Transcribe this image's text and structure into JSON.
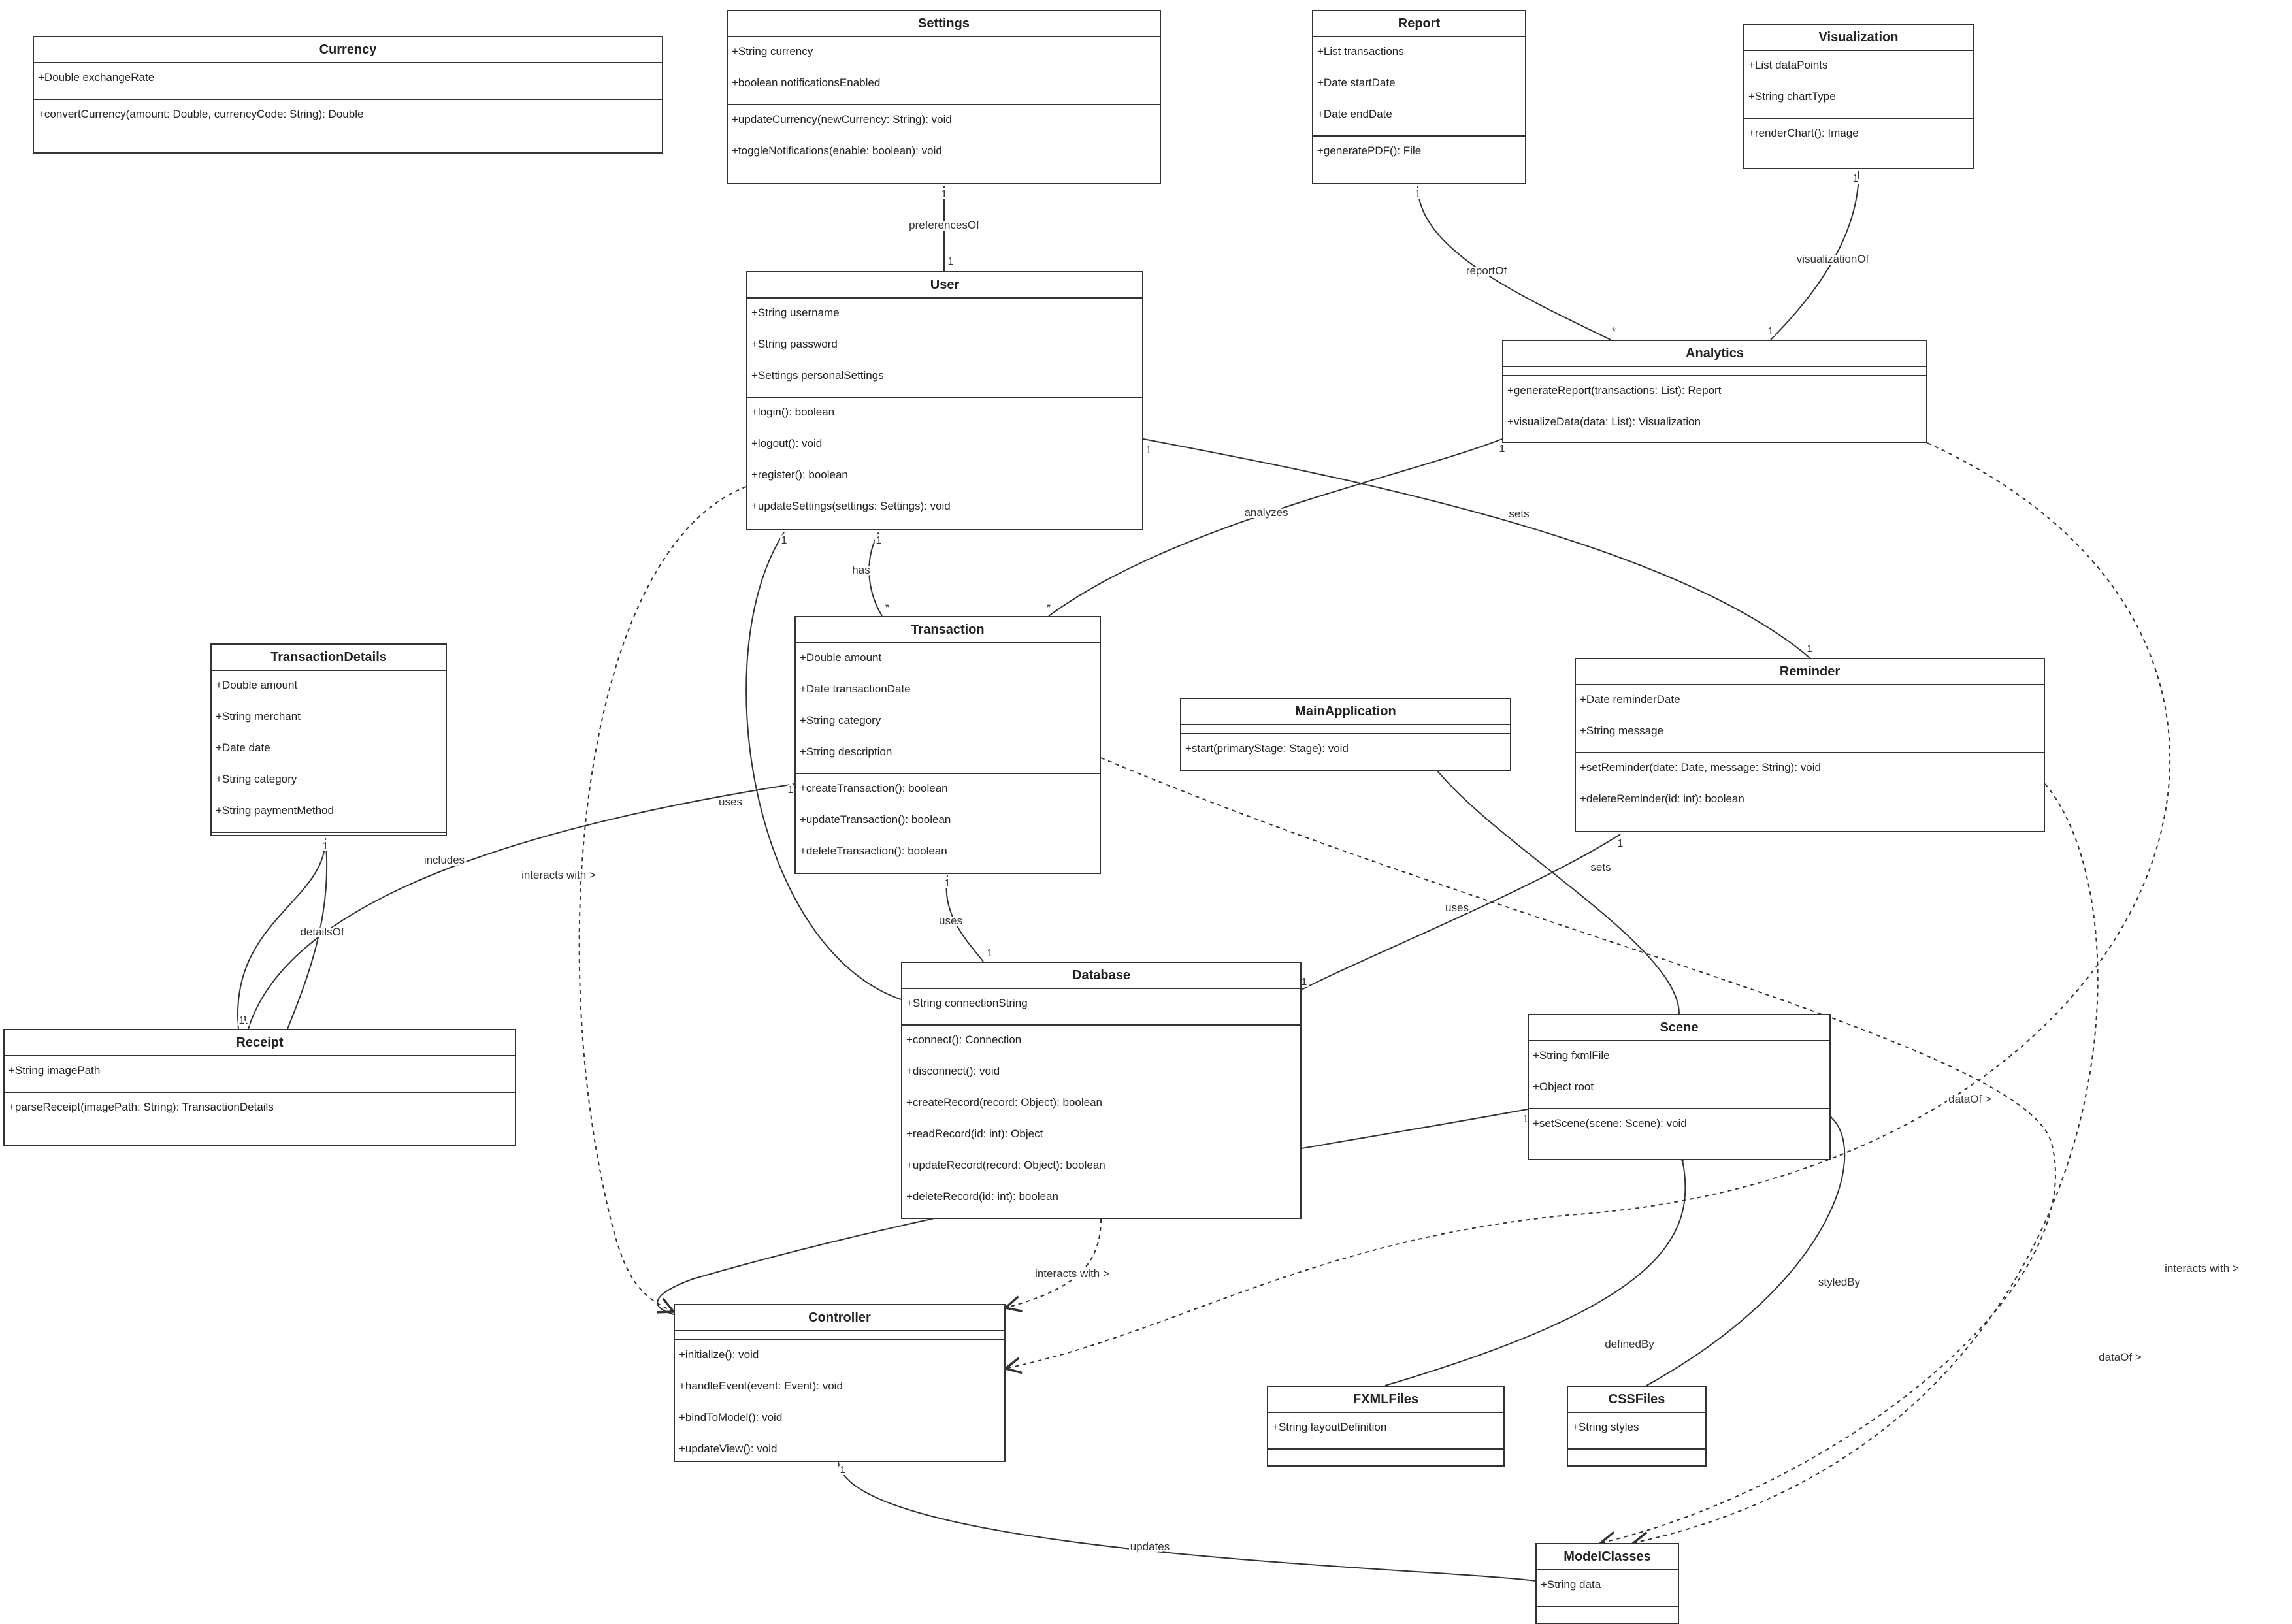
{
  "classes": {
    "currency": {
      "name": "Currency",
      "attrs": [
        "+Double exchangeRate"
      ],
      "ops": [
        "+convertCurrency(amount: Double, currencyCode: String): Double"
      ]
    },
    "settings": {
      "name": "Settings",
      "attrs": [
        "+String currency",
        "+boolean notificationsEnabled"
      ],
      "ops": [
        "+updateCurrency(newCurrency: String): void",
        "+toggleNotifications(enable: boolean): void"
      ]
    },
    "report": {
      "name": "Report",
      "attrs": [
        "+List transactions",
        "+Date startDate",
        "+Date endDate"
      ],
      "ops": [
        "+generatePDF(): File"
      ]
    },
    "visualization": {
      "name": "Visualization",
      "attrs": [
        "+List dataPoints",
        "+String chartType"
      ],
      "ops": [
        "+renderChart(): Image"
      ]
    },
    "user": {
      "name": "User",
      "attrs": [
        "+String username",
        "+String password",
        "+Settings personalSettings"
      ],
      "ops": [
        "+login(): boolean",
        "+logout(): void",
        "+register(): boolean",
        "+updateSettings(settings: Settings): void"
      ]
    },
    "analytics": {
      "name": "Analytics",
      "attrs": [],
      "ops": [
        "+generateReport(transactions: List): Report",
        "+visualizeData(data: List): Visualization"
      ]
    },
    "transactiondetails": {
      "name": "TransactionDetails",
      "attrs": [
        "+Double amount",
        "+String merchant",
        "+Date date",
        "+String category",
        "+String paymentMethod"
      ],
      "ops": []
    },
    "transaction": {
      "name": "Transaction",
      "attrs": [
        "+Double amount",
        "+Date transactionDate",
        "+String category",
        "+String description"
      ],
      "ops": [
        "+createTransaction(): boolean",
        "+updateTransaction(): boolean",
        "+deleteTransaction(): boolean"
      ]
    },
    "mainapplication": {
      "name": "MainApplication",
      "attrs": [],
      "ops": [
        "+start(primaryStage: Stage): void"
      ]
    },
    "reminder": {
      "name": "Reminder",
      "attrs": [
        "+Date reminderDate",
        "+String message"
      ],
      "ops": [
        "+setReminder(date: Date, message: String): void",
        "+deleteReminder(id: int): boolean"
      ]
    },
    "receipt": {
      "name": "Receipt",
      "attrs": [
        "+String imagePath"
      ],
      "ops": [
        "+parseReceipt(imagePath: String): TransactionDetails"
      ]
    },
    "database": {
      "name": "Database",
      "attrs": [
        "+String connectionString"
      ],
      "ops": [
        "+connect(): Connection",
        "+disconnect(): void",
        "+createRecord(record: Object): boolean",
        "+readRecord(id: int): Object",
        "+updateRecord(record: Object): boolean",
        "+deleteRecord(id: int): boolean"
      ]
    },
    "scene": {
      "name": "Scene",
      "attrs": [
        "+String fxmlFile",
        "+Object root"
      ],
      "ops": [
        "+setScene(scene: Scene): void"
      ]
    },
    "controller": {
      "name": "Controller",
      "attrs": [],
      "ops": [
        "+initialize(): void",
        "+handleEvent(event: Event): void",
        "+bindToModel(): void",
        "+updateView(): void"
      ]
    },
    "fxmlfiles": {
      "name": "FXMLFiles",
      "attrs": [
        "+String layoutDefinition"
      ],
      "ops": []
    },
    "cssfiles": {
      "name": "CSSFiles",
      "attrs": [
        "+String styles"
      ],
      "ops": []
    },
    "modelclasses": {
      "name": "ModelClasses",
      "attrs": [
        "+String data"
      ],
      "ops": []
    }
  },
  "edges": [
    {
      "id": "settings-user",
      "from": "settings",
      "to": "user",
      "label": "preferencesOf",
      "m_from": "1",
      "m_to": "1",
      "style": "solid"
    },
    {
      "id": "report-analytics",
      "from": "report",
      "to": "analytics",
      "label": "reportOf",
      "m_from": "1",
      "m_to": "*",
      "style": "solid"
    },
    {
      "id": "visualization-analytics",
      "from": "visualization",
      "to": "analytics",
      "label": "visualizationOf",
      "m_from": "1",
      "m_to": "1",
      "style": "solid"
    },
    {
      "id": "analytics-transaction",
      "from": "analytics",
      "to": "transaction",
      "label": "analyzes",
      "m_from": "1",
      "m_to": "*",
      "style": "solid"
    },
    {
      "id": "user-reminder",
      "from": "user",
      "to": "reminder",
      "label": "sets",
      "m_from": "1",
      "m_to": "1",
      "style": "solid"
    },
    {
      "id": "user-transaction",
      "from": "user",
      "to": "transaction",
      "label": "has",
      "m_from": "1",
      "m_to": "*",
      "style": "solid"
    },
    {
      "id": "user-database",
      "from": "user",
      "to": "database",
      "label": "uses",
      "m_from": "1",
      "m_to": "1",
      "style": "solid"
    },
    {
      "id": "transaction-database",
      "from": "transaction",
      "to": "database",
      "label": "uses",
      "m_from": "1",
      "m_to": "1",
      "style": "solid"
    },
    {
      "id": "reminder-database",
      "from": "reminder",
      "to": "database",
      "label": "uses",
      "m_from": "1",
      "m_to": "1",
      "style": "solid"
    },
    {
      "id": "transaction-receipt",
      "from": "transaction",
      "to": "receipt",
      "label": "includes",
      "m_from": "1",
      "m_to": "1",
      "style": "solid"
    },
    {
      "id": "transactiondetails-receipt",
      "from": "transactiondetails",
      "to": "receipt",
      "label": "detailsOf",
      "m_from": "1",
      "m_to": "1",
      "style": "solid"
    },
    {
      "id": "mainapplication-scene",
      "from": "mainapplication",
      "to": "scene",
      "label": "sets",
      "m_from": "",
      "m_to": "",
      "style": "solid"
    },
    {
      "id": "scene-controller",
      "from": "scene",
      "to": "controller",
      "label": "has",
      "m_from": "1",
      "m_to": "1",
      "style": "solid"
    },
    {
      "id": "scene-fxmlfiles",
      "from": "scene",
      "to": "fxmlfiles",
      "label": "definedBy",
      "m_from": "",
      "m_to": "",
      "style": "aggregation"
    },
    {
      "id": "scene-cssfiles",
      "from": "scene",
      "to": "cssfiles",
      "label": "styledBy",
      "m_from": "",
      "m_to": "",
      "style": "aggregation"
    },
    {
      "id": "user-controller",
      "from": "user",
      "to": "controller",
      "label": "interacts with >",
      "m_from": "",
      "m_to": "",
      "style": "dashed"
    },
    {
      "id": "database-controller",
      "from": "database",
      "to": "controller",
      "label": "interacts with >",
      "m_from": "",
      "m_to": "",
      "style": "dashed"
    },
    {
      "id": "analytics-controller",
      "from": "analytics",
      "to": "controller",
      "label": "interacts with >",
      "m_from": "",
      "m_to": "",
      "style": "dashed"
    },
    {
      "id": "transaction-modelclasses",
      "from": "transaction",
      "to": "modelclasses",
      "label": "dataOf >",
      "m_from": "",
      "m_to": "",
      "style": "dashed"
    },
    {
      "id": "reminder-modelclasses",
      "from": "reminder",
      "to": "modelclasses",
      "label": "dataOf >",
      "m_from": "",
      "m_to": "",
      "style": "dashed"
    },
    {
      "id": "controller-modelclasses",
      "from": "controller",
      "to": "modelclasses",
      "label": "updates",
      "m_from": "1",
      "m_to": "",
      "style": "solid"
    }
  ]
}
